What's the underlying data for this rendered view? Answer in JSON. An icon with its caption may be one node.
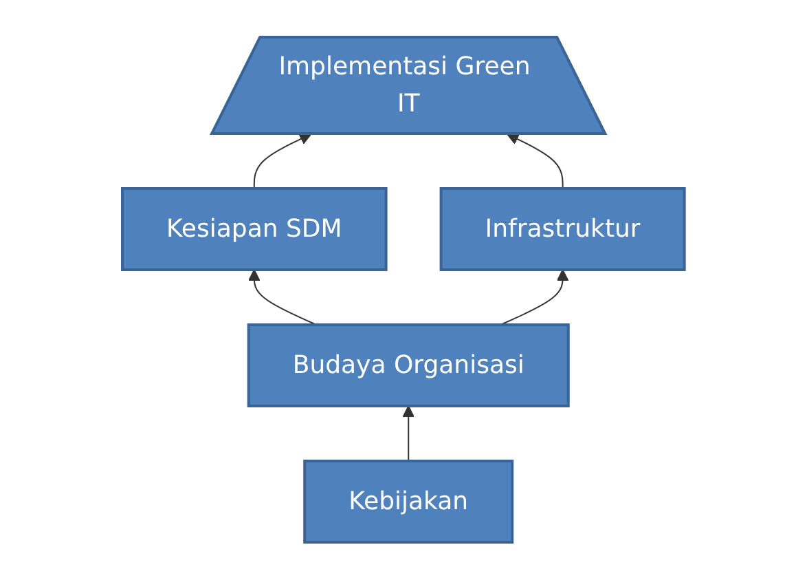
{
  "diagram": {
    "nodes": [
      {
        "text": [
          "Implementasi Green IT"
        ]
      },
      {
        "text": [
          "Kesiapan SDM"
        ]
      },
      {
        "text": [
          "Infrastruktur"
        ]
      },
      {
        "text": [
          "Budaya Organisasi"
        ]
      },
      {
        "text": [
          "Kebijakan"
        ]
      }
    ],
    "edges": [
      {
        "from": 4,
        "to": 3,
        "arrow": "to"
      },
      {
        "from": 3,
        "to": 1,
        "arrow": "to"
      },
      {
        "from": 3,
        "to": 2,
        "arrow": "to"
      },
      {
        "from": 1,
        "to": 0,
        "arrow": "to"
      },
      {
        "from": 2,
        "to": 0,
        "arrow": "to"
      }
    ]
  }
}
